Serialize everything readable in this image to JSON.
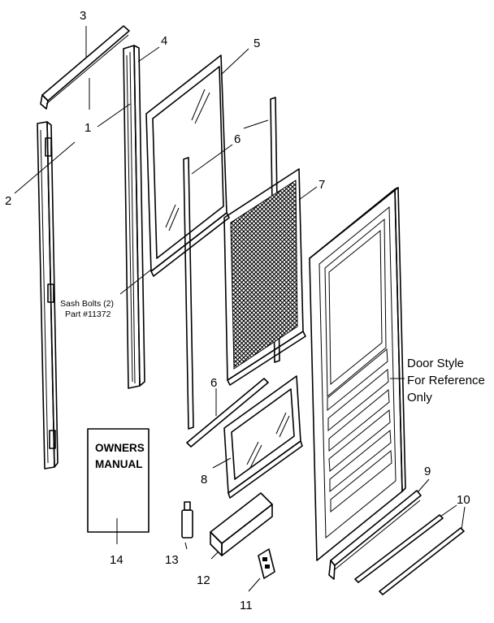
{
  "parts": [
    {
      "number": "1",
      "name": ""
    },
    {
      "number": "2",
      "name": ""
    },
    {
      "number": "3",
      "name": ""
    },
    {
      "number": "4",
      "name": ""
    },
    {
      "number": "5",
      "name": ""
    },
    {
      "number": "6",
      "name": ""
    },
    {
      "number": "6",
      "name": ""
    },
    {
      "number": "7",
      "name": ""
    },
    {
      "number": "8",
      "name": ""
    },
    {
      "number": "9",
      "name": ""
    },
    {
      "number": "10",
      "name": ""
    },
    {
      "number": "11",
      "name": ""
    },
    {
      "number": "12",
      "name": ""
    },
    {
      "number": "13",
      "name": ""
    },
    {
      "number": "14",
      "name": ""
    }
  ],
  "callouts": {
    "sash_bolts_line1": "Sash Bolts (2)",
    "sash_bolts_line2": "Part #11372",
    "door_style_line1": "Door Style",
    "door_style_line2": "For Reference",
    "door_style_line3": "Only"
  },
  "manual": {
    "line1": "OWNERS",
    "line2": "MANUAL"
  }
}
